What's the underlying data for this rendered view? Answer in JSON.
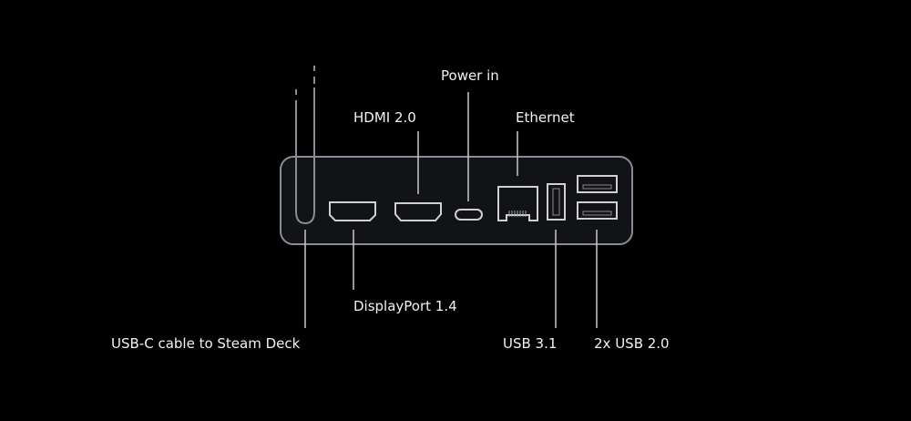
{
  "colors": {
    "background": "#000000",
    "device_stroke": "#8a8d93",
    "device_fill": "#121316",
    "leader_line": "#c9c9c9",
    "label_text": "#f2f2f2"
  },
  "labels": {
    "power_in": "Power in",
    "hdmi": "HDMI 2.0",
    "ethernet": "Ethernet",
    "displayport": "DisplayPort 1.4",
    "usb_c_cable": "USB-C cable to Steam Deck",
    "usb31": "USB 3.1",
    "usb20": "2x USB 2.0"
  }
}
